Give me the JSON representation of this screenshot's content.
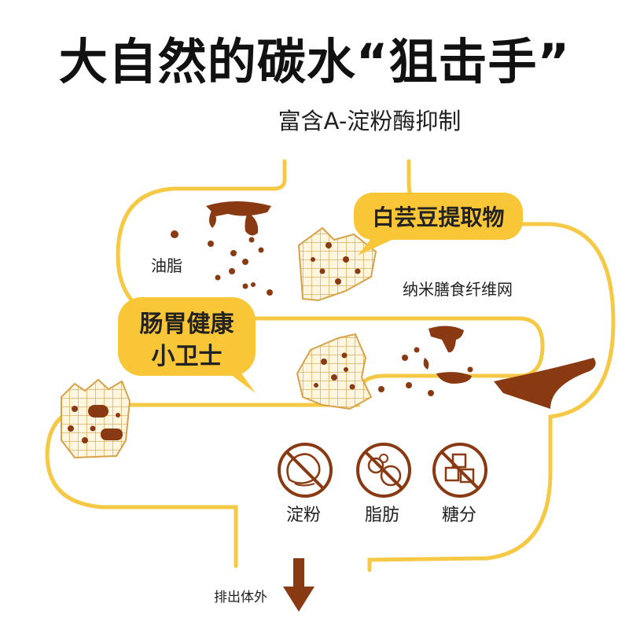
{
  "header": {
    "title": "大自然的碳水“狙击手”",
    "subtitle": "富含A-淀粉酶抑制"
  },
  "bubbles": {
    "extract": "白芸豆提取物",
    "guard_line1": "肠胃健康",
    "guard_line2": "小卫士"
  },
  "labels": {
    "oil": "油脂",
    "nano_net": "纳米膳食纤维网",
    "exit": "排出体外"
  },
  "blocked": [
    {
      "label": "淀粉",
      "icon": "sweet-potato-icon"
    },
    {
      "label": "脂肪",
      "icon": "fat-icon"
    },
    {
      "label": "糖分",
      "icon": "sugar-cube-icon"
    }
  ],
  "colors": {
    "intestine_stroke": "#f5c945",
    "bubble_fill": "#f9c638",
    "brown": "#8a3a12",
    "net": "#d6a24a",
    "net_fill": "#fff6df"
  }
}
